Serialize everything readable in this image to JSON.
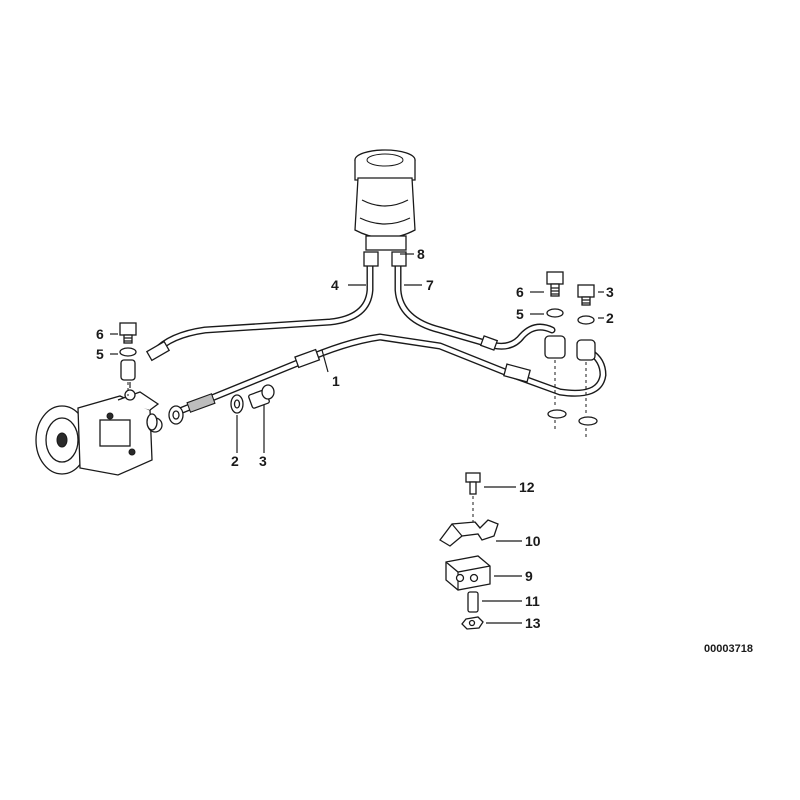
{
  "diagram": {
    "reference_number": "00003718",
    "callouts": {
      "hose_main": "1",
      "washer_left": "2",
      "bolt_left": "3",
      "return_hose": "4",
      "seal_left": "5",
      "hollow_bolt_left": "6",
      "feed_hose": "7",
      "clamp": "8",
      "clamp_block": "9",
      "bracket": "10",
      "sleeve": "11",
      "screw": "12",
      "nut": "13",
      "hollow_bolt_right": "6",
      "seal_right": "5",
      "bolt_right": "3",
      "washer_right": "2"
    }
  }
}
